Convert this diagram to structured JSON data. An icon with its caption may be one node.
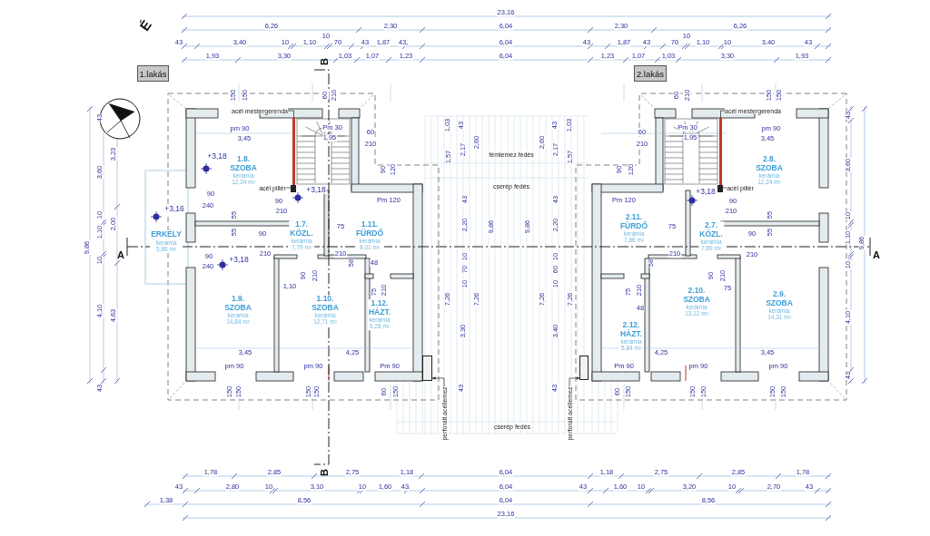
{
  "diagram": {
    "nodes": [
      {
        "text": [
          "1.lakás"
        ]
      },
      {
        "text": [
          "2.lakás"
        ]
      },
      {
        "text": [
          "ERKÉLY",
          "kerámia",
          "5,86 m²"
        ]
      },
      {
        "text": [
          "1.8. SZOBA",
          "kerámia",
          "12,24 m²"
        ]
      },
      {
        "text": [
          "1.7. KÖZL.",
          "kerámia",
          "7,79 m²"
        ]
      },
      {
        "text": [
          "1.11. FÜRDŐ",
          "kerámia",
          "8,01 m²"
        ]
      },
      {
        "text": [
          "1.9. SZOBA",
          "kerámia",
          "14,84 m²"
        ]
      },
      {
        "text": [
          "1.10. SZOBA",
          "kerámia",
          "12,71 m²"
        ]
      },
      {
        "text": [
          "1.12. HÁZT.",
          "kerámia",
          "6,28 m²"
        ]
      },
      {
        "text": [
          "2.8. SZOBA",
          "kerámia",
          "12,24 m²"
        ]
      },
      {
        "text": [
          "2.7. KÖZL.",
          "kerámia",
          "7,89 m²"
        ]
      },
      {
        "text": [
          "2.11. FÜRDŐ",
          "kerámia",
          "7,86 m²"
        ]
      },
      {
        "text": [
          "2.10. SZOBA",
          "kerámia",
          "13,12 m²"
        ]
      },
      {
        "text": [
          "2.9. SZOBA",
          "kerámia",
          "14,31 m²"
        ]
      },
      {
        "text": [
          "2.12. HÁZT.",
          "kerámia",
          "5,84 m²"
        ]
      },
      {
        "text": [
          "acél mestergerenda"
        ]
      },
      {
        "text": [
          "acél mestergerenda"
        ]
      },
      {
        "text": [
          "acél pillér"
        ]
      },
      {
        "text": [
          "acél pillér"
        ]
      },
      {
        "text": [
          "perforált acéllemez"
        ]
      },
      {
        "text": [
          "perforált acéllemez"
        ]
      },
      {
        "text": [],
        "shape": "box"
      },
      {
        "text": [],
        "shape": "box"
      },
      {
        "text": [],
        "shape": "bar"
      },
      {
        "text": [],
        "shape": "bar"
      },
      {
        "text": [],
        "shape": "box"
      },
      {
        "text": [],
        "shape": "box"
      }
    ],
    "edges": [
      {
        "from": 15,
        "to": 23,
        "arrow": "none"
      },
      {
        "from": 16,
        "to": 24,
        "arrow": "none"
      },
      {
        "from": 17,
        "to": 25,
        "arrow": "none"
      },
      {
        "from": 18,
        "to": 26,
        "arrow": "none"
      },
      {
        "from": 19,
        "to": 21,
        "arrow": "to"
      },
      {
        "from": 20,
        "to": 22,
        "arrow": "to"
      }
    ],
    "labels": [
      "É",
      "23,16",
      "6,26",
      "2,30",
      "6,04",
      "2,30",
      "6,26",
      "43",
      "3,40",
      "10",
      "1,10",
      "10",
      "70",
      "43",
      "1,87",
      "43",
      "6,04",
      "43",
      "1,87",
      "43",
      "70",
      "10",
      "1,10",
      "10",
      "3,40",
      "43",
      "1,93",
      "3,30",
      "1,03",
      "1,07",
      "1,23",
      "6,04",
      "1,23",
      "1,07",
      "1,03",
      "3,30",
      "1,93",
      "B",
      "150",
      "150",
      "60",
      "210",
      "60",
      "210",
      "150",
      "150",
      "1,03",
      "43",
      "43",
      "1,03",
      "pm 90",
      "3,45",
      "Pm 30",
      "1,95",
      "60",
      "210",
      "Pm 30",
      "1,95",
      "60",
      "210",
      "pm 90",
      "3,45",
      "+3,18",
      "1,57",
      "2,17",
      "2,60",
      "fémlemez fedés",
      "2,60",
      "2,17",
      "1,57",
      "90",
      "120",
      "90",
      "120",
      "90",
      "90",
      "+3,18",
      "Pm 120",
      "43",
      "cserép fedés",
      "43",
      "Pm 120",
      "+3,18",
      "90",
      "+3,16",
      "240",
      "210",
      "210",
      "55",
      "55",
      "55",
      "55",
      "2,20",
      "2,20",
      "90",
      "210",
      "75",
      "210",
      "58",
      "75",
      "210",
      "58",
      "90",
      "210",
      "9,86",
      "9,86",
      "10",
      "70",
      "10",
      "10",
      "60",
      "10",
      "A",
      "A",
      "90",
      "240",
      "+3,18",
      "48",
      "90",
      "210",
      "90",
      "210",
      "7,26",
      "7,26",
      "7,26",
      "7,26",
      "1,10",
      "75",
      "210",
      "75",
      "210",
      "75",
      "48",
      "3,30",
      "3,40",
      "3,45",
      "4,25",
      "4,25",
      "3,45",
      "pm 90",
      "pm 90",
      "Pm 90",
      "Pm 90",
      "pm 90",
      "pm 90",
      "150",
      "150",
      "150",
      "150",
      "60",
      "150",
      "43",
      "43",
      "60",
      "150",
      "150",
      "150",
      "150",
      "150",
      "cserép fedés",
      "9,86",
      "43",
      "3,60",
      "10",
      "1,10",
      "10",
      "4,10",
      "43",
      "3,23",
      "2,00",
      "4,63",
      "43",
      "3,60",
      "10",
      "1,10",
      "10",
      "4,10",
      "43",
      "9,86",
      "1,78",
      "2,85",
      "B",
      "2,75",
      "1,18",
      "6,04",
      "1,18",
      "2,75",
      "2,85",
      "1,78",
      "43",
      "2,80",
      "10",
      "3,10",
      "10",
      "1,60",
      "43",
      "6,04",
      "43",
      "1,60",
      "10",
      "3,20",
      "10",
      "2,70",
      "43",
      "1,38",
      "8,56",
      "6,04",
      "8,56",
      "23,16"
    ]
  }
}
